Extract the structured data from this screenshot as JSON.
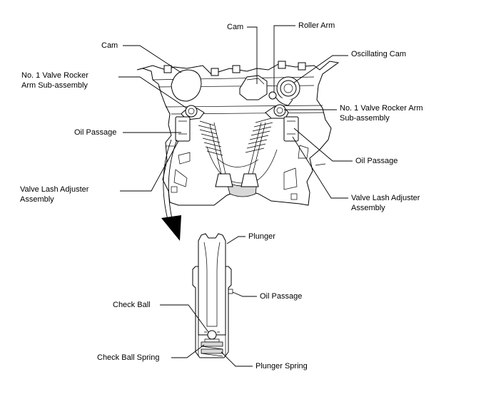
{
  "labels": {
    "cam_left": "Cam",
    "cam_right": "Cam",
    "roller_arm": "Roller Arm",
    "oscillating_cam": "Oscillating Cam",
    "rocker_left_1": "No. 1 Valve Rocker",
    "rocker_left_2": "Arm Sub-assembly",
    "rocker_right_1": "No. 1 Valve Rocker Arm",
    "rocker_right_2": "Sub-assembly",
    "oil_passage_left": "Oil Passage",
    "oil_passage_right": "Oil Passage",
    "adjuster_left_1": "Valve Lash Adjuster",
    "adjuster_left_2": "Assembly",
    "adjuster_right_1": "Valve Lash Adjuster",
    "adjuster_right_2": "Assembly",
    "plunger": "Plunger",
    "oil_passage_detail": "Oil Passage",
    "check_ball": "Check Ball",
    "check_ball_spring": "Check Ball Spring",
    "plunger_spring": "Plunger Spring"
  }
}
